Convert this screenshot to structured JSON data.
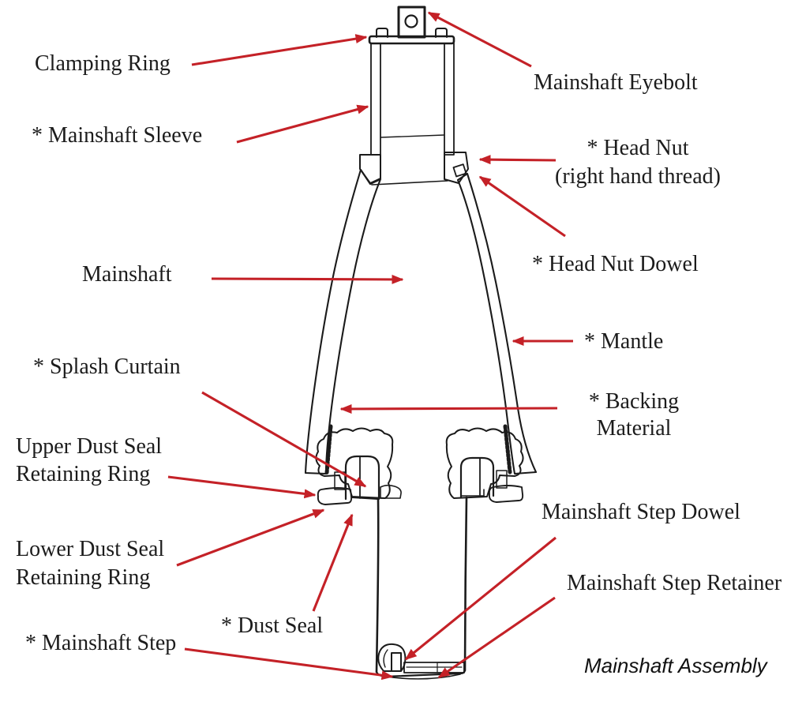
{
  "diagram": {
    "title": "Mainshaft Assembly",
    "caption": "Mainshaft Assembly",
    "labels": {
      "clamping_ring": "Clamping Ring",
      "mainshaft_sleeve": "* Mainshaft Sleeve",
      "mainshaft_eyebolt": "Mainshaft Eyebolt",
      "head_nut_line1": "* Head Nut",
      "head_nut_line2": "(right hand thread)",
      "head_nut_dowel": "* Head Nut Dowel",
      "mainshaft": "Mainshaft",
      "mantle": "* Mantle",
      "splash_curtain": "* Splash Curtain",
      "backing_material_line1": "* Backing",
      "backing_material_line2": "Material",
      "upper_dust_seal_line1": "Upper Dust Seal",
      "upper_dust_seal_line2": "Retaining Ring",
      "lower_dust_seal_line1": "Lower Dust Seal",
      "lower_dust_seal_line2": "Retaining Ring",
      "mainshaft_step_dowel": "Mainshaft Step Dowel",
      "mainshaft_step_retainer": "Mainshaft Step Retainer",
      "dust_seal": "* Dust Seal",
      "mainshaft_step": "* Mainshaft Step"
    },
    "colors": {
      "arrow": "#c42127",
      "ink": "#1b1b1b",
      "background": "#ffffff"
    }
  }
}
